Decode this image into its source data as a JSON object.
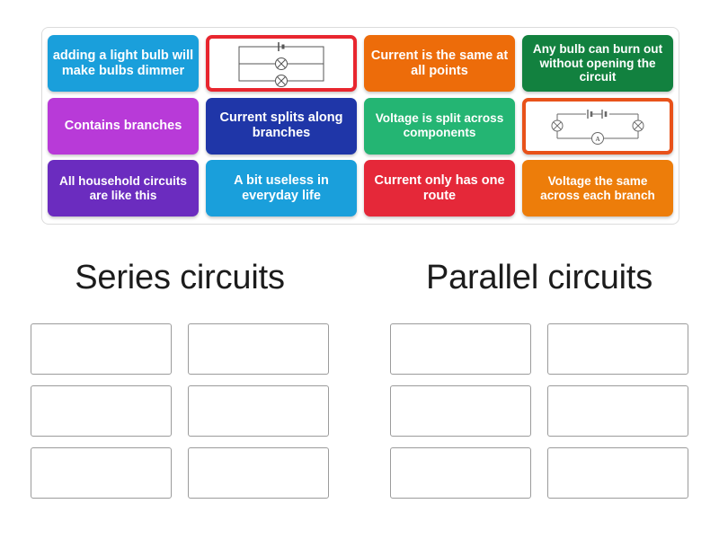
{
  "activity": {
    "type": "group-sort",
    "tile_bank_label": "answer tiles"
  },
  "tiles": [
    {
      "id": "tile-1",
      "kind": "text",
      "label": "adding a light bulb will make bulbs dimmer",
      "color": "#1a9fdb",
      "text_color": "#ffffff"
    },
    {
      "id": "tile-2",
      "kind": "image",
      "label": "parallel-circuit-diagram",
      "color": "#ffffff",
      "border_color": "#e8262f",
      "diagram": {
        "type": "parallel-circuit",
        "components": [
          "battery-cell",
          "lamp",
          "lamp"
        ],
        "description": "Battery at top with two lamps on separate parallel branches"
      }
    },
    {
      "id": "tile-3",
      "kind": "text",
      "label": "Current is the same at all points",
      "color": "#ed6c0a",
      "text_color": "#ffffff"
    },
    {
      "id": "tile-4",
      "kind": "text",
      "label": "Any bulb can burn out without opening the circuit",
      "color": "#12813f",
      "text_color": "#ffffff"
    },
    {
      "id": "tile-5",
      "kind": "text",
      "label": "Contains branches",
      "color": "#b83ad8",
      "text_color": "#ffffff"
    },
    {
      "id": "tile-6",
      "kind": "text",
      "label": "Current splits along branches",
      "color": "#1f36a8",
      "text_color": "#ffffff"
    },
    {
      "id": "tile-7",
      "kind": "text",
      "label": "Voltage is split across components",
      "color": "#24b573",
      "text_color": "#ffffff"
    },
    {
      "id": "tile-8",
      "kind": "image",
      "label": "series-circuit-diagram",
      "color": "#ffffff",
      "border_color": "#e8521a",
      "diagram": {
        "type": "series-circuit",
        "components": [
          "battery-cell",
          "battery-cell",
          "lamp",
          "lamp",
          "ammeter"
        ],
        "description": "Single loop with two cells at top, a lamp on each side and an ammeter at the bottom"
      }
    },
    {
      "id": "tile-9",
      "kind": "text",
      "label": "All household circuits are like this",
      "color": "#6b2cbf",
      "text_color": "#ffffff"
    },
    {
      "id": "tile-10",
      "kind": "text",
      "label": "A bit useless in everyday life",
      "color": "#1a9fdb",
      "text_color": "#ffffff"
    },
    {
      "id": "tile-11",
      "kind": "text",
      "label": "Current only has one route",
      "color": "#e52839",
      "text_color": "#ffffff"
    },
    {
      "id": "tile-12",
      "kind": "text",
      "label": "Voltage the same across each branch",
      "color": "#ed7d0a",
      "text_color": "#ffffff"
    }
  ],
  "categories": [
    {
      "id": "series",
      "heading": "Series circuits",
      "slot_count": 6
    },
    {
      "id": "parallel",
      "heading": "Parallel circuits",
      "slot_count": 6
    }
  ],
  "dropzones": {
    "series": [
      "",
      "",
      "",
      "",
      "",
      ""
    ],
    "parallel": [
      "",
      "",
      "",
      "",
      "",
      ""
    ]
  }
}
